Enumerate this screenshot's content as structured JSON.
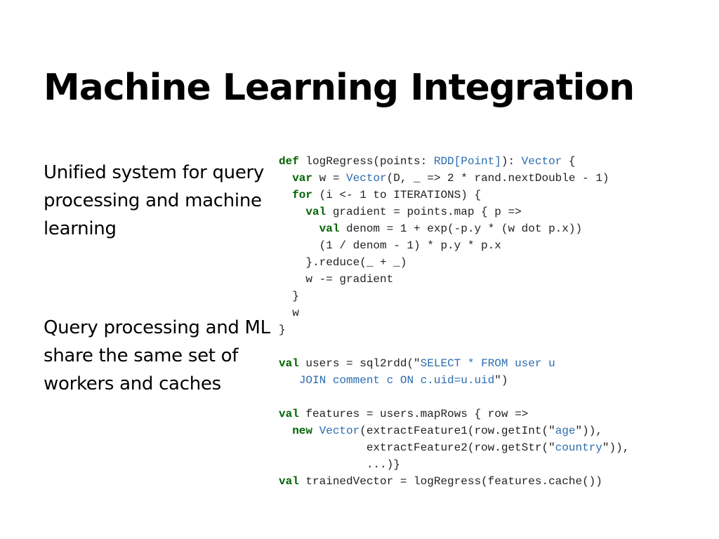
{
  "slide": {
    "title": "Machine Learning Integration",
    "bullets": [
      "Unified system for query processing and machine learning",
      "Query processing and ML share the same set of workers and caches"
    ]
  },
  "code_lines": [
    "def logRegress(points: RDD[Point]): Vector {",
    "  var w = Vector(D, _ => 2 * rand.nextDouble - 1)",
    "  for (i <- 1 to ITERATIONS) {",
    "    val gradient = points.map { p =>",
    "      val denom = 1 + exp(-p.y * (w dot p.x))",
    "      (1 / denom - 1) * p.y * p.x",
    "    }.reduce(_ + _)",
    "    w -= gradient",
    "  }",
    "  w",
    "}",
    "",
    "val users = sql2rdd(\"SELECT * FROM user u",
    "   JOIN comment c ON c.uid=u.uid\")",
    "",
    "val features = users.mapRows { row =>",
    "  new Vector(extractFeature1(row.getInt(\"age\")),",
    "             extractFeature2(row.getStr(\"country\")),",
    "             ...)}",
    "val trainedVector = logRegress(features.cache())"
  ],
  "colors": {
    "keyword": "#006400",
    "type": "#2b6cb0",
    "string": "#2b6cb0",
    "text": "#222222"
  }
}
